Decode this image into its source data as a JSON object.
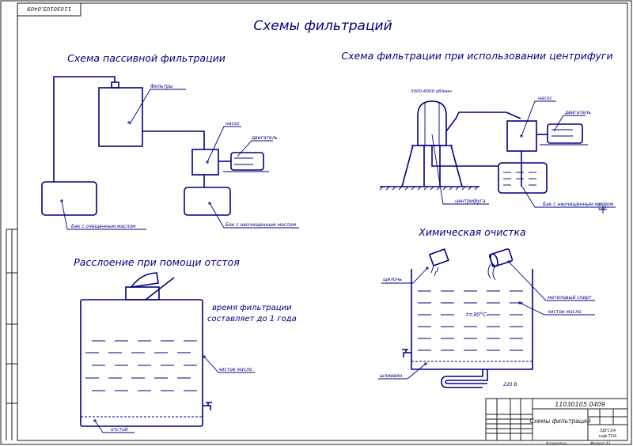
{
  "drawing_code": "11030105.0409",
  "drawing_code_rotated": "11030105.0409",
  "main_title": "Схемы фильтраций",
  "sections": {
    "passive": {
      "title": "Схема пассивной фильтрации",
      "labels": {
        "filter": "Фильтры",
        "pump": "насос",
        "motor": "двигатель",
        "clean_tank": "Бак с очищенным маслом",
        "dirty_tank": "Бак с неочищенным маслом"
      }
    },
    "centrifuge": {
      "title": "Схема фильтрации при использовании центрифуги",
      "labels": {
        "speed": "3000-6000 об/мин",
        "pump": "насос",
        "motor": "двигатель",
        "centrifuge": "центрифуга",
        "dirty_tank": "Бак с неочищенным маслом"
      }
    },
    "settling": {
      "title": "Расслоение при помощи отстоя",
      "note_line1": "время фильтрации",
      "note_line2": "составляет до 1 года",
      "labels": {
        "clean_oil": "чистое масло",
        "sediment": "отстой"
      }
    },
    "chemical": {
      "title": "Химическая очистка",
      "labels": {
        "alkali": "щелочь",
        "alcohol": "метиловый спирт",
        "clean_oil": "чистое масло",
        "temperature": "t=30°С",
        "sludge": "шлиевин",
        "voltage": "220 В"
      }
    }
  },
  "title_block": {
    "code": "11030105.0409",
    "name": "Схемы фильтраций",
    "org_line1": "ЗДГСХА",
    "org_line2": "каф.ТОА",
    "bottom_left": "Копировал",
    "bottom_right": "Формат  А1"
  }
}
